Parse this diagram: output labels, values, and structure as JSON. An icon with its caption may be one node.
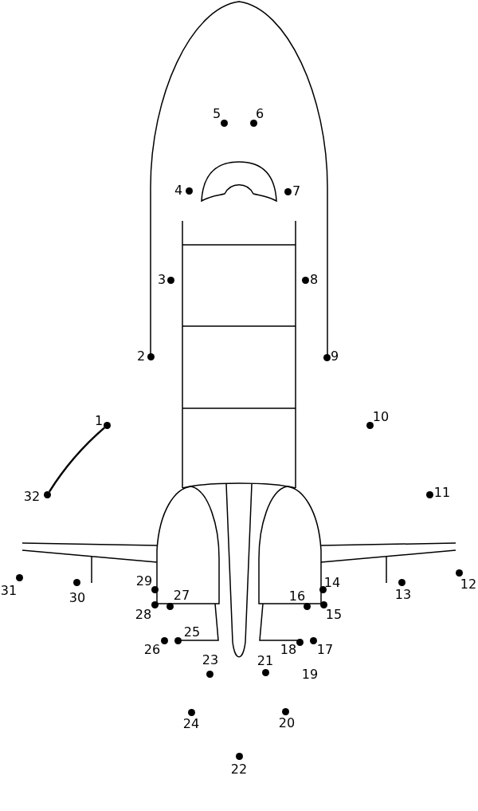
{
  "diagram": {
    "nodes": [
      {
        "text": [],
        "shape": "circle",
        "beside": [
          "1"
        ]
      },
      {
        "text": [],
        "shape": "circle",
        "beside": [
          "2"
        ]
      },
      {
        "text": [],
        "shape": "circle",
        "beside": [
          "3"
        ]
      },
      {
        "text": [],
        "shape": "circle",
        "beside": [
          "4"
        ]
      },
      {
        "text": [],
        "shape": "circle",
        "beside": [
          "5"
        ]
      },
      {
        "text": [],
        "shape": "circle",
        "beside": [
          "6"
        ]
      },
      {
        "text": [],
        "shape": "circle",
        "beside": [
          "7"
        ]
      },
      {
        "text": [],
        "shape": "circle",
        "beside": [
          "8"
        ]
      },
      {
        "text": [],
        "shape": "circle",
        "beside": [
          "9"
        ]
      },
      {
        "text": [],
        "shape": "circle",
        "beside": [
          "10"
        ]
      },
      {
        "text": [],
        "shape": "circle",
        "beside": [
          "11"
        ]
      },
      {
        "text": [],
        "shape": "circle",
        "beside": [
          "12"
        ]
      },
      {
        "text": [],
        "shape": "circle",
        "beside": [
          "13"
        ]
      },
      {
        "text": [],
        "shape": "circle",
        "beside": [
          "14"
        ]
      },
      {
        "text": [],
        "shape": "circle",
        "beside": [
          "15"
        ]
      },
      {
        "text": [],
        "shape": "circle",
        "beside": [
          "16"
        ]
      },
      {
        "text": [],
        "shape": "circle",
        "beside": [
          "17"
        ]
      },
      {
        "text": [],
        "shape": "circle",
        "beside": [
          "18"
        ]
      },
      {
        "text": [],
        "shape": "circle",
        "beside": [
          "20"
        ]
      },
      {
        "text": [],
        "shape": "circle",
        "beside": [
          "21"
        ]
      },
      {
        "text": [],
        "shape": "circle",
        "beside": [
          "22"
        ]
      },
      {
        "text": [],
        "shape": "circle",
        "beside": [
          "23"
        ]
      },
      {
        "text": [],
        "shape": "circle",
        "beside": [
          "24"
        ]
      },
      {
        "text": [],
        "shape": "circle",
        "beside": [
          "25"
        ]
      },
      {
        "text": [],
        "shape": "circle",
        "beside": [
          "26"
        ]
      },
      {
        "text": [],
        "shape": "circle",
        "beside": [
          "27"
        ]
      },
      {
        "text": [],
        "shape": "circle",
        "beside": [
          "28"
        ]
      },
      {
        "text": [],
        "shape": "circle",
        "beside": [
          "29"
        ]
      },
      {
        "text": [],
        "shape": "circle",
        "beside": [
          "30"
        ]
      },
      {
        "text": [],
        "shape": "circle",
        "beside": [
          "31"
        ]
      },
      {
        "text": [],
        "shape": "circle",
        "beside": [
          "32"
        ]
      }
    ],
    "edges": [
      {
        "from": 0,
        "to": 30,
        "arrow": "none"
      }
    ],
    "labels": [
      "19"
    ]
  }
}
